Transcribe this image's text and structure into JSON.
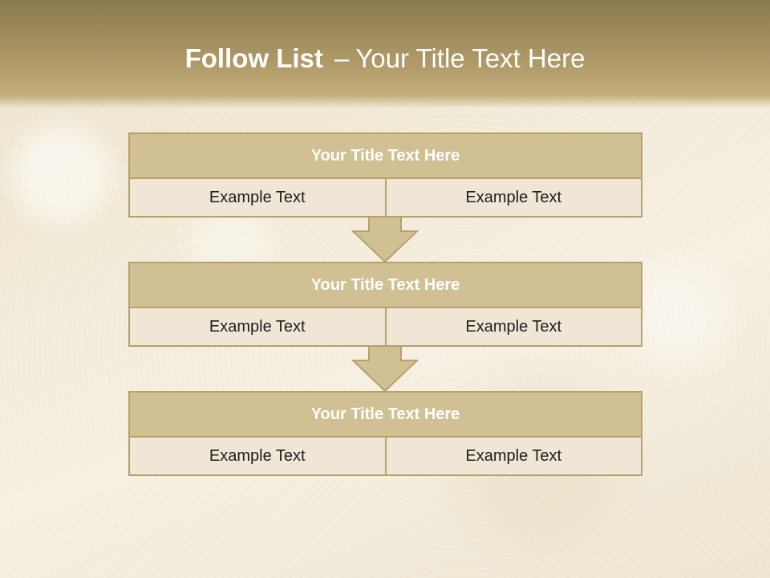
{
  "slide": {
    "title_bold": "Follow List",
    "title_separator": "–",
    "title_rest": "Your Title Text Here"
  },
  "blocks": [
    {
      "title": "Your Title Text Here",
      "left": "Example Text",
      "right": "Example Text"
    },
    {
      "title": "Your Title Text Here",
      "left": "Example Text",
      "right": "Example Text"
    },
    {
      "title": "Your Title Text Here",
      "left": "Example Text",
      "right": "Example Text"
    }
  ],
  "colors": {
    "header": "#b09a68",
    "block_title": "#d2c095",
    "cell_bg": "#efe6d6",
    "border": "#b9a06a",
    "arrow": "#d2c095"
  }
}
